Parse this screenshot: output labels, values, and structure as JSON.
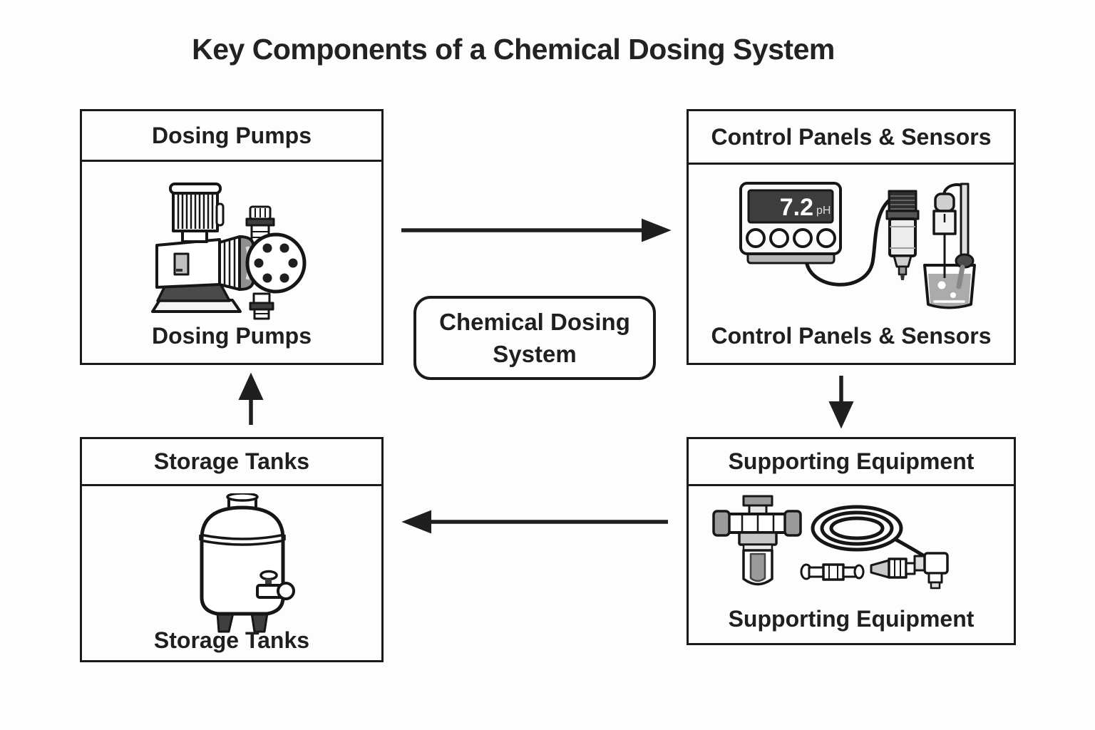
{
  "title": "Key Components of a Chemical Dosing System",
  "center_node": {
    "line1": "Chemical Dosing",
    "line2": "System"
  },
  "nodes": {
    "dosing_pumps": {
      "header": "Dosing Pumps",
      "caption": "Dosing Pumps",
      "icon": "dosing-pump"
    },
    "control_panels_sensors": {
      "header": "Control Panels & Sensors",
      "caption": "Control Panels & Sensors",
      "icon": "ph-controller-with-sensors-and-beaker",
      "display": {
        "value": "7.2",
        "unit": "pH"
      }
    },
    "storage_tanks": {
      "header": "Storage Tanks",
      "caption": "Storage Tanks",
      "icon": "chemical-storage-tank"
    },
    "supporting_equipment": {
      "header": "Supporting Equipment",
      "caption": "Supporting Equipment",
      "icon": "filter-tubing-and-fittings"
    }
  },
  "flow": [
    {
      "from": "Dosing Pumps",
      "to": "Control Panels & Sensors",
      "direction": "right"
    },
    {
      "from": "Control Panels & Sensors",
      "to": "Supporting Equipment",
      "direction": "down"
    },
    {
      "from": "Supporting Equipment",
      "to": "Storage Tanks",
      "direction": "left"
    },
    {
      "from": "Storage Tanks",
      "to": "Dosing Pumps",
      "direction": "up"
    }
  ],
  "colors": {
    "background": "#fdfdfd",
    "ink": "#1a1a1a",
    "display_background": "#3d3d3d",
    "display_text": "#ffffff",
    "dark_gray": "#4a4a4a",
    "medium_gray": "#9a9a9a",
    "light_gray": "#e0e0e0",
    "liquid_gray": "#ababab"
  }
}
